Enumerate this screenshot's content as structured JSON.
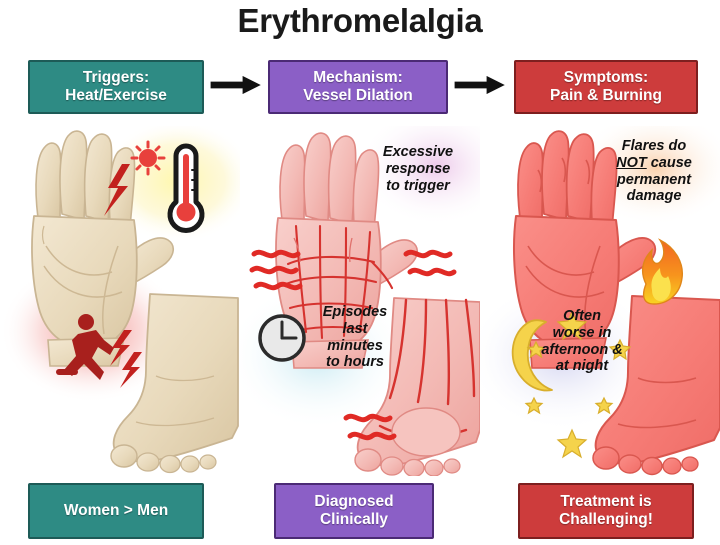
{
  "title": "Erythromelalgia",
  "colors": {
    "teal": "#2e8b84",
    "purple": "#8b5fc6",
    "red": "#cd3c3c",
    "skin_normal": "#e6d8bd",
    "skin_flare": "#f4827d",
    "vessel_red": "#d6332f",
    "flame_orange": "#f7941d",
    "star_yellow": "#f5d34b",
    "arrow_black": "#111111"
  },
  "flow": {
    "step1": {
      "line1": "Triggers:",
      "line2": "Heat/Exercise",
      "color": "teal"
    },
    "arrow1": "arrow-right-icon",
    "step2": {
      "line1": "Mechanism:",
      "line2": "Vessel Dilation",
      "color": "purple"
    },
    "arrow2": "arrow-right-icon",
    "step3": {
      "line1": "Symptoms:",
      "line2": "Pain & Burning",
      "color": "red"
    }
  },
  "panels": {
    "left": {
      "name": "triggers-panel",
      "icons": [
        "sun-icon",
        "thermometer-icon",
        "lightning-bolt-icon",
        "runner-icon"
      ],
      "hand_state": "normal skin tone hand",
      "foot_state": "normal skin tone foot"
    },
    "middle": {
      "name": "mechanism-panel",
      "note_top": {
        "line1": "Excessive",
        "line2": "response",
        "line3": "to trigger"
      },
      "note_bottom": {
        "line1": "Episodes",
        "line2": "last",
        "line3": "minutes",
        "line4": "to hours"
      },
      "icons": [
        "clock-icon",
        "heat-wave-icon"
      ],
      "hand_state": "dilated vessels flushed hand",
      "foot_state": "dilated vessels flushed foot"
    },
    "right": {
      "name": "symptoms-panel",
      "note_top": {
        "line1": "Flares do",
        "line2_pre": "",
        "line2_emph": "NOT",
        "line2_post": " cause",
        "line3": "permanent",
        "line4": "damage"
      },
      "note_bottom": {
        "line1": "Often",
        "line2": "worse in",
        "line3": "afternoon &",
        "line4": "at night"
      },
      "icons": [
        "flame-icon",
        "moon-icon",
        "star-icon"
      ],
      "hand_state": "bright red flared hand",
      "foot_state": "bright red flared foot"
    }
  },
  "footer": {
    "box1": {
      "line1": "Women > Men",
      "color": "teal"
    },
    "box2": {
      "line1": "Diagnosed",
      "line2": "Clinically",
      "color": "purple"
    },
    "box3": {
      "line1": "Treatment is",
      "line2": "Challenging!",
      "color": "red"
    }
  }
}
